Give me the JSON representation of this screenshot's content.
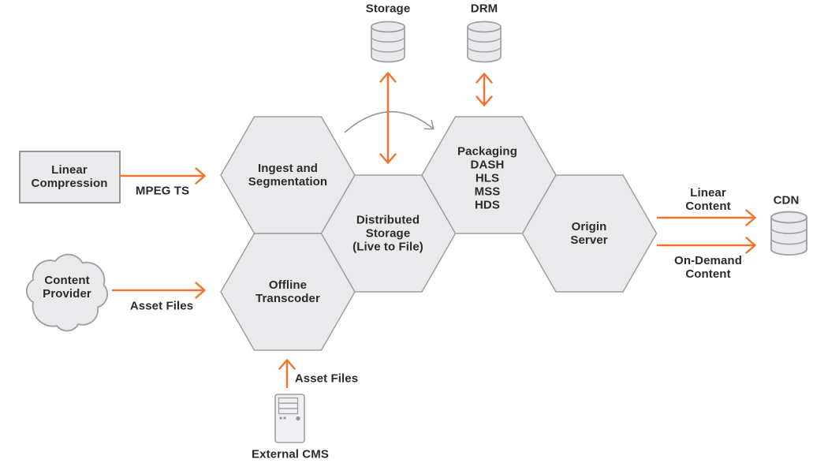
{
  "colors": {
    "accent_orange": "#F4722B",
    "shape_fill": "#EAEAEC",
    "shape_stroke": "#9D9FA2",
    "box_stroke": "#8A8C8F",
    "arc_gray": "#939598",
    "text_color": "#2B2B2B",
    "icon_fill": "#F1F1F3",
    "background": "#FFFFFF"
  },
  "nodes": {
    "linear_compression": "Linear\nCompression",
    "content_provider": "Content\nProvider",
    "ingest_segmentation": "Ingest and\nSegmentation",
    "offline_transcoder": "Offline\nTranscoder",
    "distributed_storage": "Distributed\nStorage\n(Live to File)",
    "packaging": "Packaging\nDASH\nHLS\nMSS\nHDS",
    "origin_server": "Origin\nServer",
    "storage": "Storage",
    "drm": "DRM",
    "cdn": "CDN",
    "external_cms": "External CMS"
  },
  "edges": {
    "mpeg_ts": "MPEG TS",
    "asset_files_from_provider": "Asset Files",
    "asset_files_from_cms": "Asset Files",
    "linear_content": "Linear\nContent",
    "on_demand_content": "On-Demand\nContent"
  },
  "icons": [
    "storage-database-icon",
    "drm-database-icon",
    "cdn-database-icon",
    "content-provider-cloud-icon",
    "external-cms-tower-icon"
  ]
}
